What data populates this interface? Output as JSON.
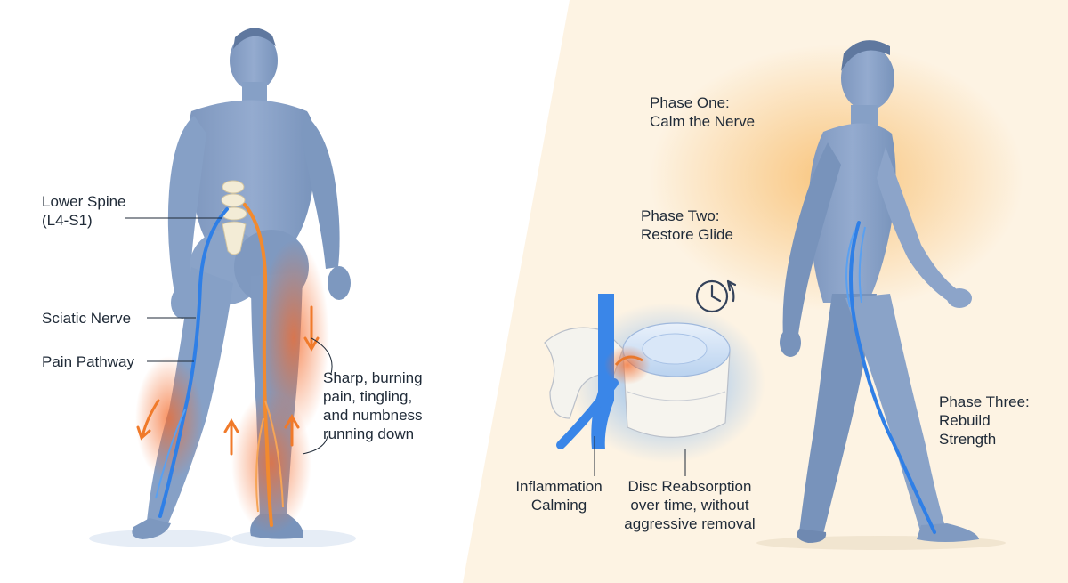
{
  "left_panel": {
    "labels": {
      "lower_spine_line1": "Lower Spine",
      "lower_spine_line2": "(L4-S1)",
      "sciatic_nerve": "Sciatic Nerve",
      "pain_pathway": "Pain Pathway",
      "symptoms_line1": "Sharp, burning",
      "symptoms_line2": "pain, tingling,",
      "symptoms_line3": "and numbness",
      "symptoms_line4": "running down"
    }
  },
  "center_panel": {
    "labels": {
      "inflammation_line1": "Inflammation",
      "inflammation_line2": "Calming",
      "disc_line1": "Disc Reabsorption",
      "disc_line2": "over time, without",
      "disc_line3": "aggressive removal"
    },
    "icon": "clock-icon"
  },
  "right_panel": {
    "phases": {
      "one_line1": "Phase One:",
      "one_line2": "Calm the Nerve",
      "two_line1": "Phase Two:",
      "two_line2": "Restore Glide",
      "three_line1": "Phase Three:",
      "three_line2": "Rebuild",
      "three_line3": "Strength"
    }
  },
  "colors": {
    "body": "#8ea5c9",
    "body_shadow": "#6f89b1",
    "nerve": "#2f7fe6",
    "pain": "#f28a2e",
    "warm_background": "#fdf3e3",
    "text": "#1f2a37"
  }
}
